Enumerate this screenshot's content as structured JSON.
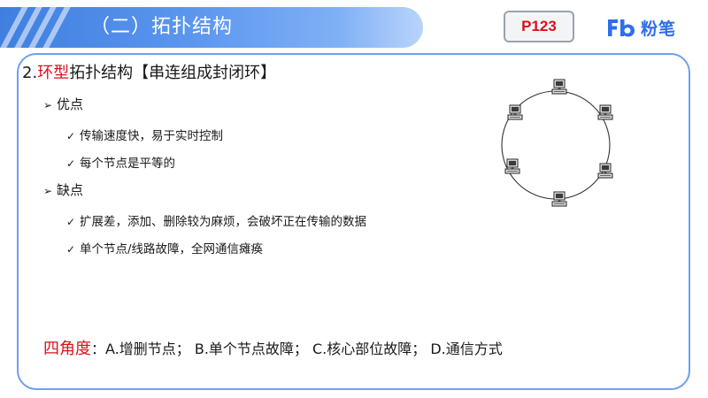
{
  "header": {
    "title": "（二）拓扑结构",
    "page_ref": "P123",
    "logo_text": "粉笔",
    "colors": {
      "banner": "#4a86e8",
      "accent_red": "#d8111b",
      "frame": "#6e9ff0",
      "logo": "#2f6ee8"
    }
  },
  "main": {
    "heading": {
      "prefix": "2.",
      "highlight": "环型",
      "rest": "拓扑结构【串连组成封闭环】"
    },
    "sections": [
      {
        "marker": "➢",
        "title": "优点",
        "items": [
          {
            "marker": "✓",
            "text": "传输速度快，易于实时控制"
          },
          {
            "marker": "✓",
            "text": "每个节点是平等的"
          }
        ]
      },
      {
        "marker": "➢",
        "title": "缺点",
        "items": [
          {
            "marker": "✓",
            "text": "扩展差，添加、删除较为麻烦，会破坏正在传输的数据"
          },
          {
            "marker": "✓",
            "text": "单个节点/线路故障，全网通信瘫痪"
          }
        ]
      }
    ],
    "footer": {
      "lead": "四角度",
      "options": "：A.增删节点；  B.单个节点故障；  C.核心部位故障；  D.通信方式"
    },
    "diagram": {
      "icon": "computer-icon",
      "node_count": 6
    }
  }
}
